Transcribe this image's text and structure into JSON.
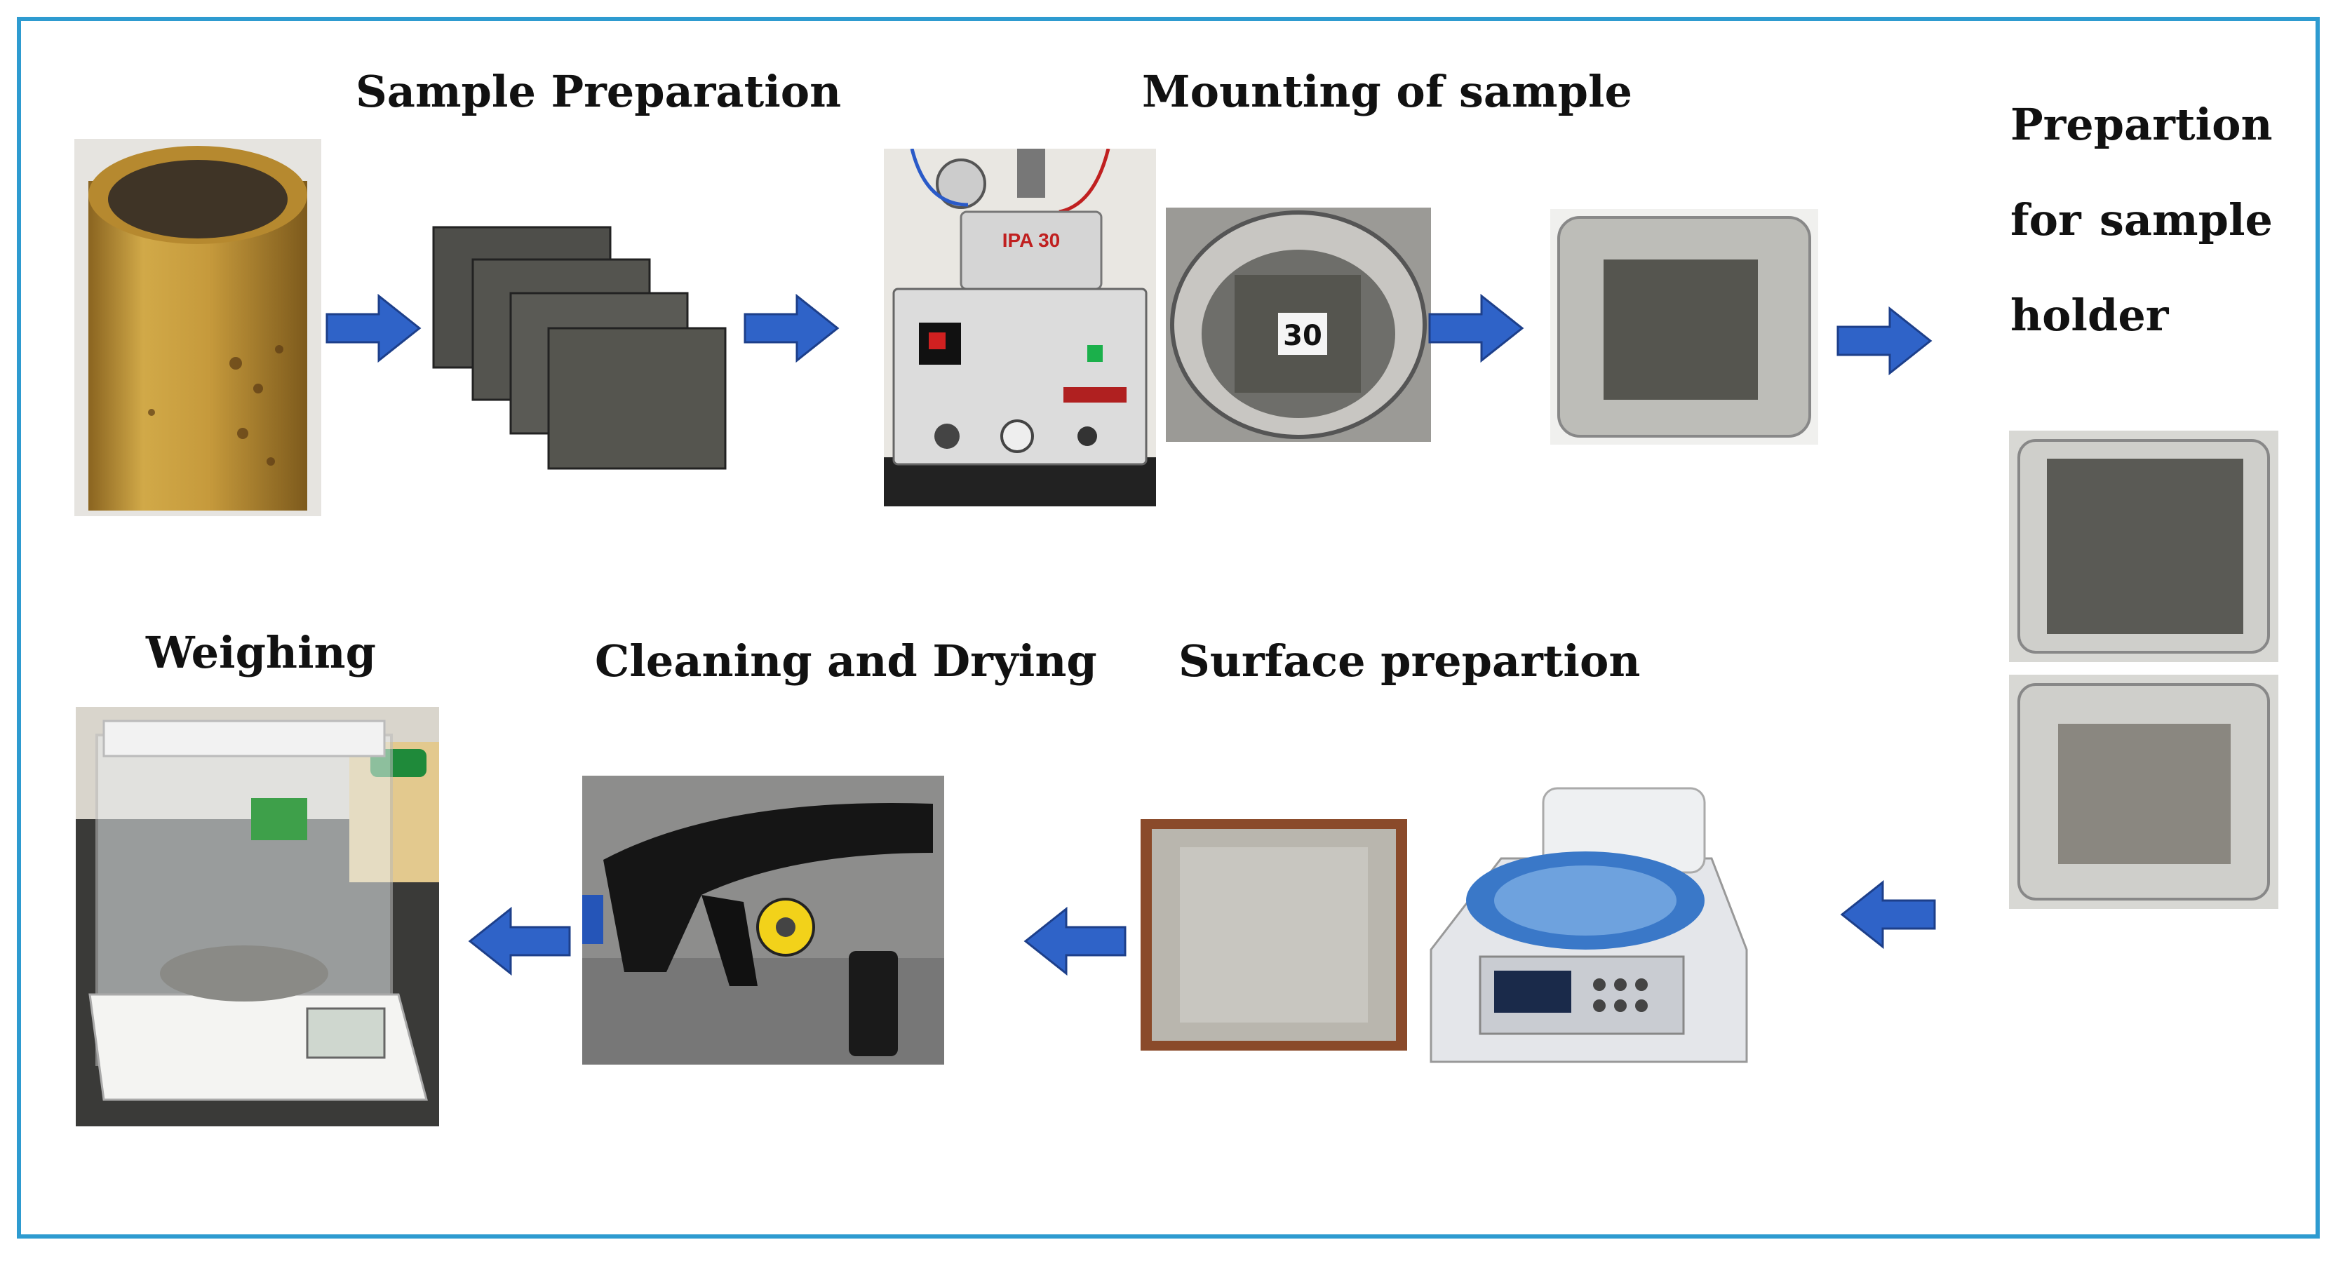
{
  "labels": {
    "sample_preparation": "Sample Preparation",
    "mounting_of_sample": "Mounting of sample",
    "preparation_for_holder": "Prepartion for sample holder",
    "surface_preparation": "Surface prepartion",
    "cleaning_and_drying": "Cleaning and Drying",
    "weighing": "Weighing"
  },
  "photo_text": {
    "press_model": "IPA 30",
    "sample_tag": "30"
  },
  "colors": {
    "frame": "#2e9bd0",
    "arrow_fill": "#2f63c8",
    "arrow_stroke": "#1d3f8a",
    "pipe": "#c49a3e",
    "steel_plate": "#4e4e4a"
  }
}
